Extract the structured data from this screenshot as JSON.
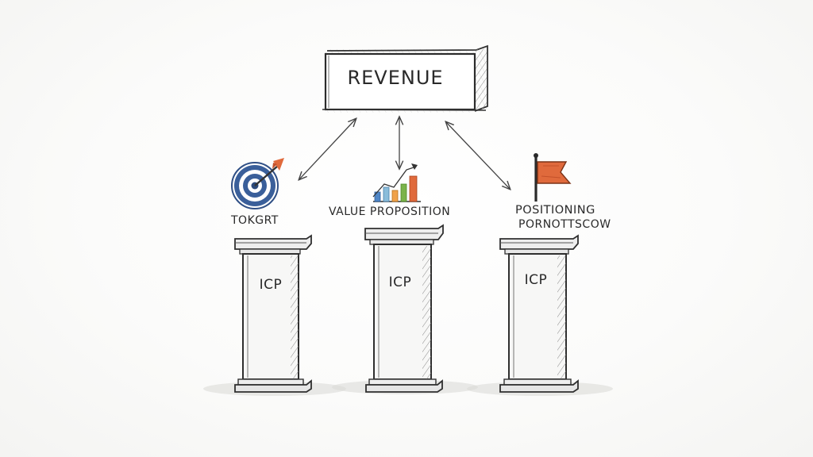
{
  "diagram": {
    "top_box": {
      "label": "REVENUE"
    },
    "branches": [
      {
        "label": "TOKGRT",
        "icon": "target-icon"
      },
      {
        "label": "VALUE PROPOSITION",
        "icon": "bar-chart-icon"
      },
      {
        "label_line1": "POSITIONING",
        "label_line2": "PORNOTTSCOW",
        "icon": "flag-icon"
      }
    ],
    "pillars": [
      {
        "label": "ICP"
      },
      {
        "label": "ICP"
      },
      {
        "label": "ICP"
      }
    ]
  },
  "colors": {
    "ink": "#2a2a2a",
    "target_blue": "#3a5f9a",
    "accent_orange": "#e06a3c",
    "chart_green": "#7bb34a",
    "chart_blue": "#4f86c6"
  }
}
